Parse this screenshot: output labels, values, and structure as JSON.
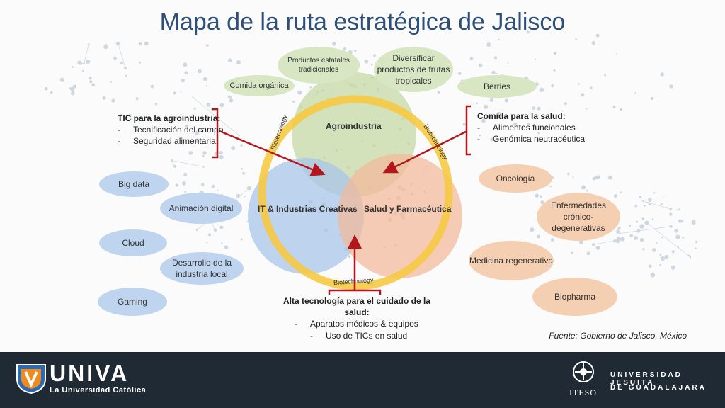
{
  "title": "Mapa de la ruta estratégica de Jalisco",
  "venn": {
    "agro": "Agroindustria",
    "it": "IT & Industrias Creativas",
    "salud": "Salud y Farmacéutica",
    "ring_label_left": "Biotecnology",
    "ring_label_right": "Biotechnology",
    "ring_label_bottom": "Biotechnology"
  },
  "top_bubbles": {
    "productos": "Productos estatales tradicionales",
    "diversificar": "Diversificar productos de frutas tropicales",
    "comida_organica": "Comida orgánica",
    "berries": "Berries"
  },
  "left_bubbles": {
    "big_data": "Big data",
    "animacion": "Animación digital",
    "cloud": "Cloud",
    "desarrollo": "Desarrollo de la industria local",
    "gaming": "Gaming"
  },
  "right_bubbles": {
    "oncologia": "Oncología",
    "enfermedades": "Enfermedades crónico-degenerativas",
    "medicina": "Medicina regenerativa",
    "biopharma": "Biopharma"
  },
  "tic_block": {
    "heading": "TIC para la agroindustria:",
    "items": [
      "Tecnificación del campo",
      "Seguridad alimentaria"
    ]
  },
  "comida_block": {
    "heading": "Comida para la salud:",
    "items": [
      "Alimentos funcionales",
      "Genómica neutracéutica"
    ]
  },
  "alta_block": {
    "heading": "Alta tecnología para el cuidado de la salud:",
    "items": [
      "Aparatos médicos & equipos",
      "Uso de TICs en salud"
    ]
  },
  "source": "Fuente: Gobierno de Jalisco, México",
  "footer": {
    "univa_name": "UNIVA",
    "univa_tagline": "La Universidad Católica",
    "iteso_short": "ITESO",
    "iteso_line1": "UNIVERSIDAD JESUITA",
    "iteso_line2": "DE GUADALAJARA"
  },
  "colors": {
    "title": "#2e4f7a",
    "agro_circle": "#c5d9a4",
    "it_circle": "#a9c6ea",
    "salud_circle": "#f2b99a",
    "ring": "#f6c944",
    "arrow": "#b3161c",
    "footer_bg": "#1f2a35",
    "univa_orange": "#f08a1c",
    "univa_blue": "#2b6bb5"
  }
}
